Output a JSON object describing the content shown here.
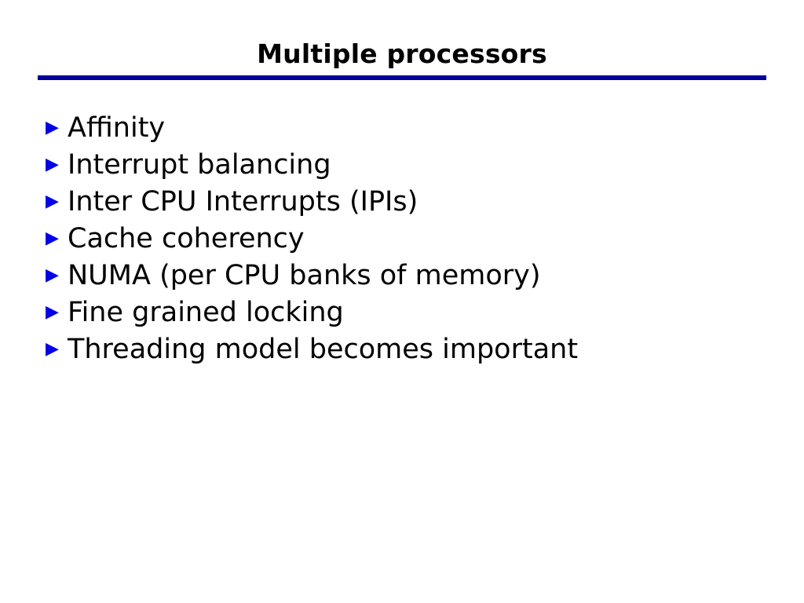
{
  "slide": {
    "title": "Multiple processors",
    "accent_color": "#00009b",
    "bullet_color": "#0000e6",
    "text_color": "#000000",
    "background_color": "#ffffff",
    "bullet_glyph": "▶",
    "bullets": [
      {
        "label": "Affinity"
      },
      {
        "label": "Interrupt balancing"
      },
      {
        "label": "Inter CPU Interrupts (IPIs)"
      },
      {
        "label": "Cache coherency"
      },
      {
        "label": "NUMA (per CPU banks of memory)"
      },
      {
        "label": "Fine grained locking"
      },
      {
        "label": "Threading model becomes important"
      }
    ]
  }
}
